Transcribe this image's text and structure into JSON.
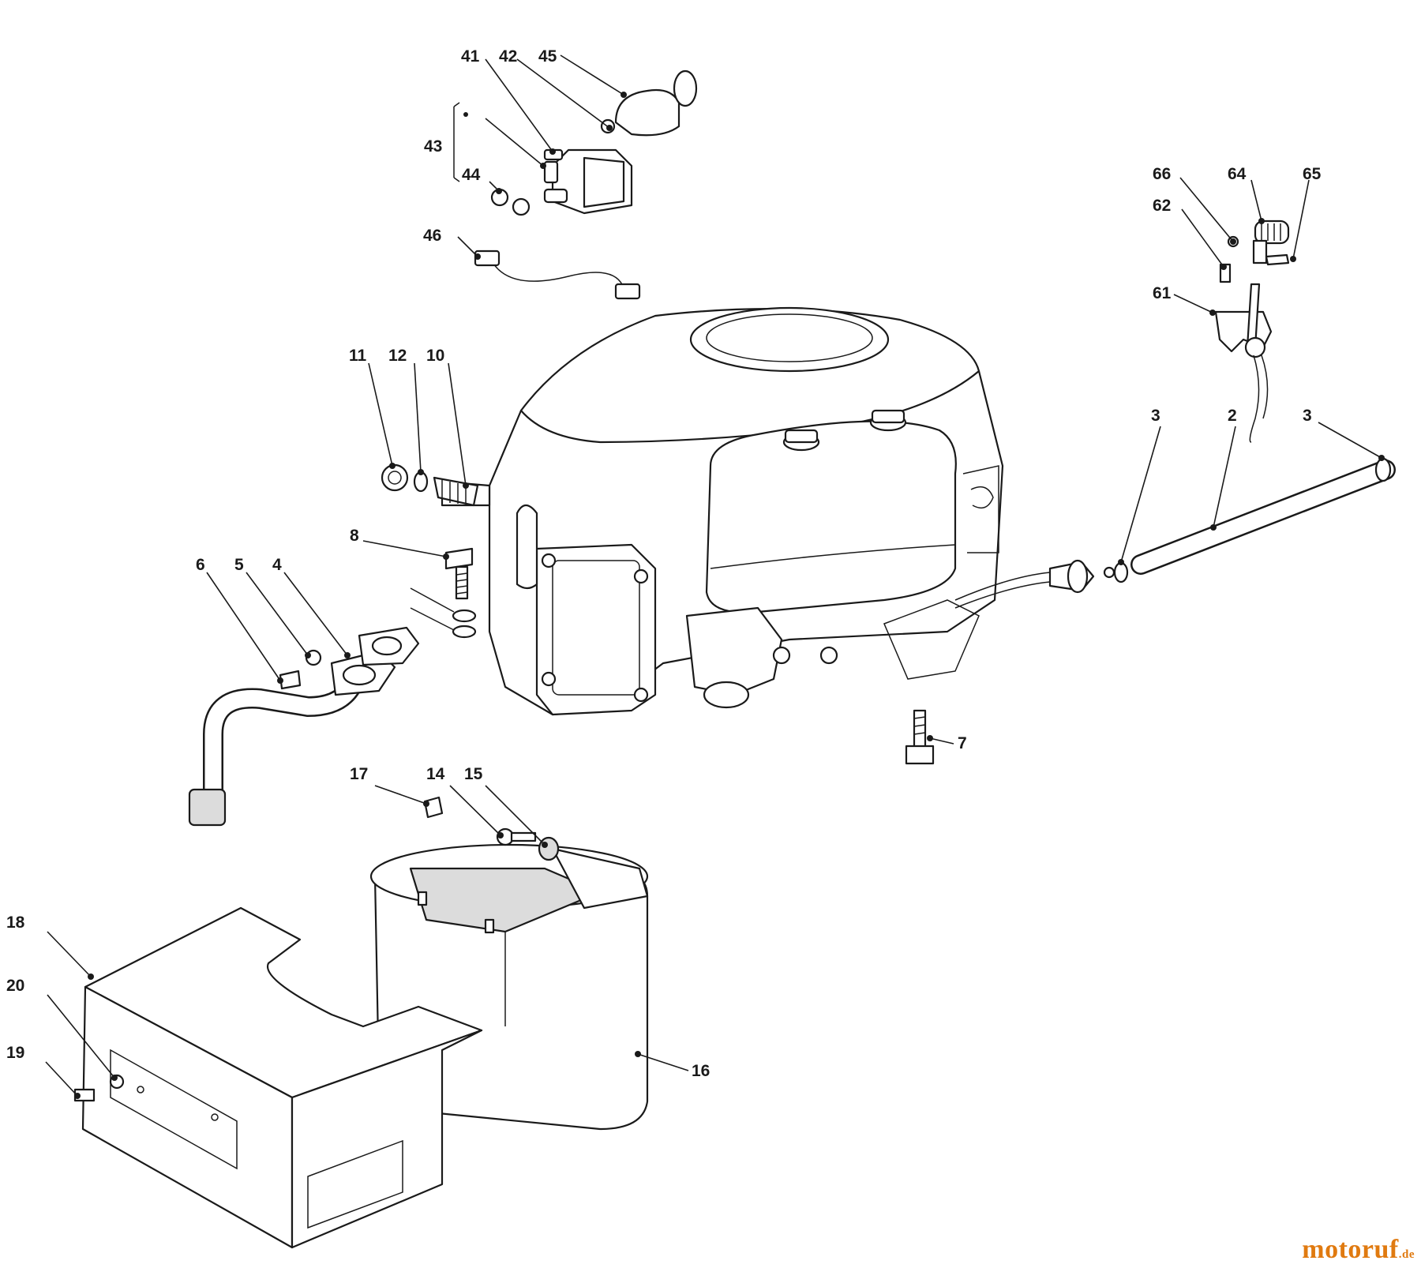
{
  "diagram": {
    "callouts": [
      {
        "label": "41"
      },
      {
        "label": "42"
      },
      {
        "label": "45"
      },
      {
        "label": "43"
      },
      {
        "label": "44"
      },
      {
        "label": "46"
      },
      {
        "label": "66"
      },
      {
        "label": "64"
      },
      {
        "label": "65"
      },
      {
        "label": "62"
      },
      {
        "label": "61"
      },
      {
        "label": "11"
      },
      {
        "label": "12"
      },
      {
        "label": "10"
      },
      {
        "label": "3"
      },
      {
        "label": "2"
      },
      {
        "label": "3"
      },
      {
        "label": "8"
      },
      {
        "label": "6"
      },
      {
        "label": "5"
      },
      {
        "label": "4"
      },
      {
        "label": "7"
      },
      {
        "label": "17"
      },
      {
        "label": "14"
      },
      {
        "label": "15"
      },
      {
        "label": "18"
      },
      {
        "label": "20"
      },
      {
        "label": "19"
      },
      {
        "label": "16"
      }
    ]
  },
  "watermark": {
    "brand": "motoruf",
    "suffix": ".de"
  }
}
